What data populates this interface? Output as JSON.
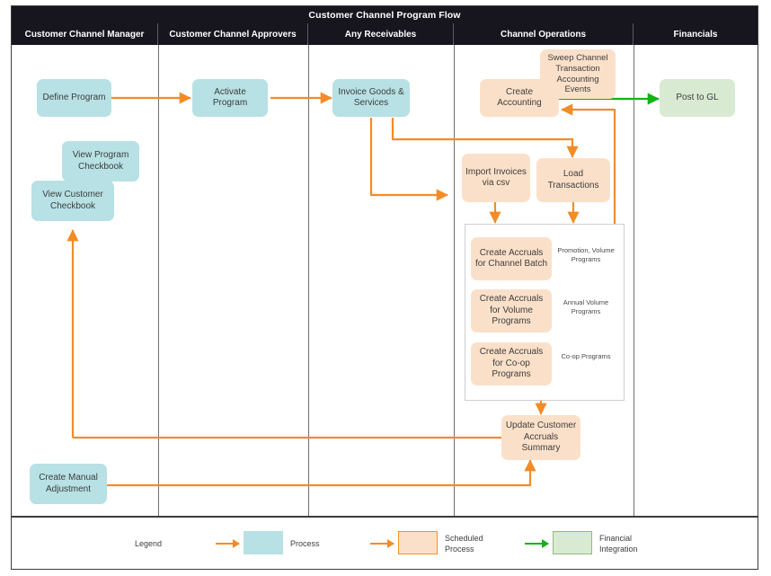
{
  "diagram": {
    "title": "Customer Channel Program Flow",
    "lanes": [
      {
        "id": "ccm",
        "label": "Customer Channel Manager"
      },
      {
        "id": "cca",
        "label": "Customer Channel Approvers"
      },
      {
        "id": "ar",
        "label": "Any Receivables"
      },
      {
        "id": "chops",
        "label": "Channel Operations"
      },
      {
        "id": "fin",
        "label": "Financials"
      }
    ],
    "nodes": [
      {
        "id": "define-program",
        "label": "Define Program",
        "type": "process",
        "lane": "ccm"
      },
      {
        "id": "view-program-checkbook",
        "label": "View Program Checkbook",
        "type": "process",
        "lane": "ccm"
      },
      {
        "id": "view-customer-checkbook",
        "label": "View Customer Checkbook",
        "type": "process",
        "lane": "ccm"
      },
      {
        "id": "create-manual-adjustment",
        "label": "Create Manual Adjustment",
        "type": "process",
        "lane": "ccm"
      },
      {
        "id": "activate-program",
        "label": "Activate Program",
        "type": "process",
        "lane": "cca"
      },
      {
        "id": "invoice-goods-services",
        "label": "Invoice Goods & Services",
        "type": "process",
        "lane": "ar"
      },
      {
        "id": "create-accounting",
        "label": "Create Accounting",
        "type": "scheduled",
        "lane": "chops"
      },
      {
        "id": "sweep-channel-events",
        "label": "Sweep Channel Transaction Accounting Events",
        "type": "scheduled",
        "lane": "chops"
      },
      {
        "id": "import-invoices-csv",
        "label": "Import Invoices via csv",
        "type": "scheduled",
        "lane": "chops"
      },
      {
        "id": "load-transactions",
        "label": "Load Transactions",
        "type": "scheduled",
        "lane": "chops"
      },
      {
        "id": "create-accruals-channel-batch",
        "label": "Create Accruals for Channel Batch",
        "type": "scheduled",
        "lane": "chops"
      },
      {
        "id": "create-accruals-volume",
        "label": "Create Accruals for Volume Programs",
        "type": "scheduled",
        "lane": "chops"
      },
      {
        "id": "create-accruals-coop",
        "label": "Create Accruals for Co-op Programs",
        "type": "scheduled",
        "lane": "chops"
      },
      {
        "id": "update-customer-accruals-summary",
        "label": "Update Customer Accruals Summary",
        "type": "scheduled",
        "lane": "chops"
      },
      {
        "id": "post-to-gl",
        "label": "Post to GL",
        "type": "financial",
        "lane": "fin"
      }
    ],
    "annotations": [
      {
        "id": "ann-channel-batch",
        "text": "Promotion, Volume Programs"
      },
      {
        "id": "ann-volume",
        "text": "Annual Volume Programs"
      },
      {
        "id": "ann-coop",
        "text": "Co-op Programs"
      }
    ],
    "legend": {
      "title": "Legend",
      "items": [
        {
          "id": "legend-process",
          "label": "Process",
          "swatch": "#b7e1e4",
          "border": "#b7e1e4",
          "arrow": "#f28c28"
        },
        {
          "id": "legend-scheduled-process",
          "label": "Scheduled Process",
          "swatch": "#fbe0c9",
          "border": "#f0922b",
          "arrow": "#f28c28"
        },
        {
          "id": "legend-financial-integration",
          "label": "Financial Integration",
          "swatch": "#d9ead3",
          "border": "#93b97a",
          "arrow": "#12b312"
        }
      ]
    },
    "colors": {
      "process": "#b7e1e4",
      "scheduled": "#fbe0c9",
      "financial": "#d9ead3",
      "flow_arrow": "#f28c28",
      "financial_arrow": "#12b312",
      "header_bg": "#17161f",
      "header_text": "#ffffff"
    }
  }
}
